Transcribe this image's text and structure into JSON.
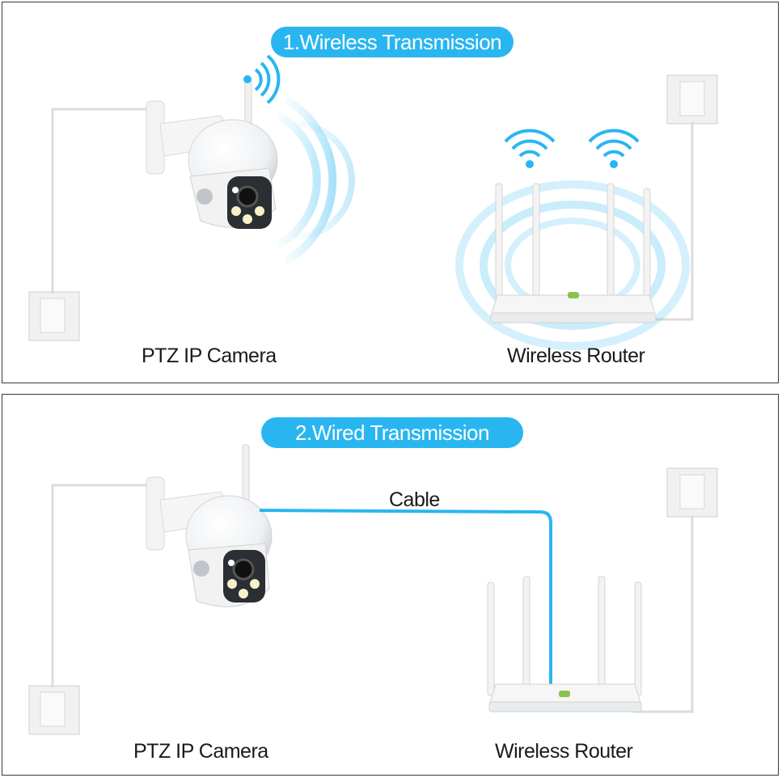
{
  "wireless": {
    "title": "1.Wireless Transmission",
    "camera_label": "PTZ IP Camera",
    "router_label": "Wireless Router"
  },
  "wired": {
    "title": "2.Wired Transmission",
    "cable_label": "Cable",
    "camera_label": "PTZ IP Camera",
    "router_label": "Wireless Router"
  },
  "colors": {
    "accent": "#29b6f0",
    "cable": "#29b6f0",
    "border": "#3a3a3a"
  }
}
